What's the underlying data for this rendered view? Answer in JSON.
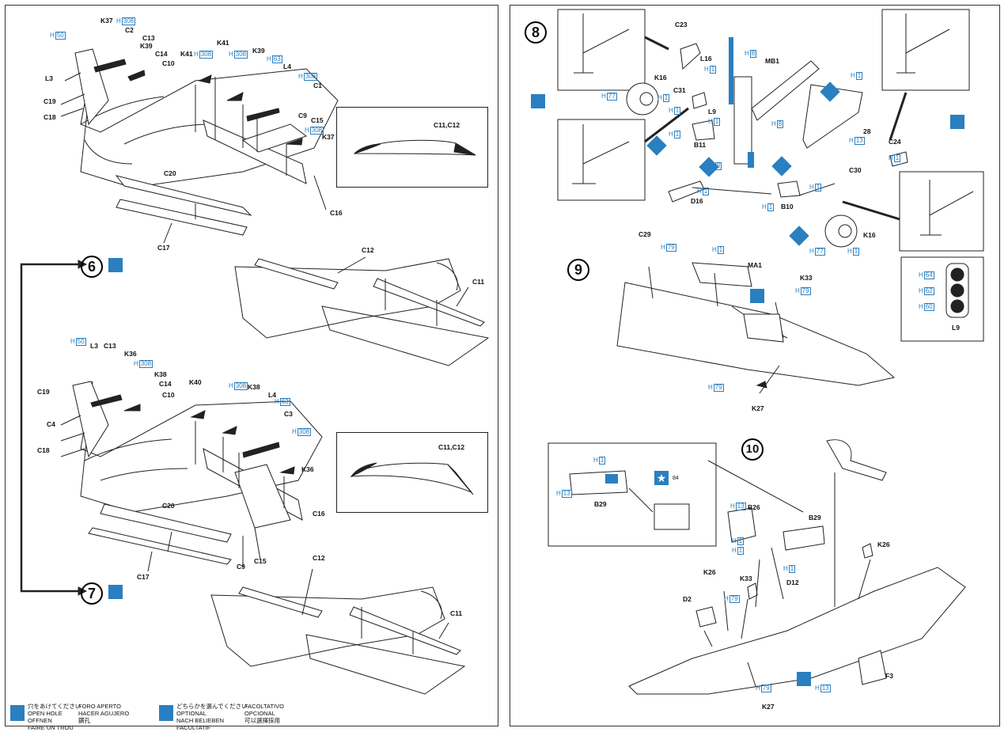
{
  "step6": {
    "number": "6",
    "labels": {
      "K37a": "K37",
      "C2": "C2",
      "C13": "C13",
      "K39a": "K39",
      "C14": "C14",
      "C10": "C10",
      "K41a": "K41",
      "K41b": "K41",
      "K39b": "K39",
      "L4": "L4",
      "C1": "C1",
      "C9": "C9",
      "C15": "C15",
      "K37b": "K37",
      "L3": "L3",
      "C19": "C19",
      "C18": "C18",
      "C20": "C20",
      "C17": "C17",
      "C16": "C16",
      "C12": "C12",
      "C11": "C11"
    },
    "hrefs": {
      "h50": "50",
      "h308a": "308",
      "h308b": "308",
      "h308c": "308",
      "h63": "63",
      "h308d": "308",
      "h308e": "308",
      "H": "H"
    },
    "inset_label": "C11,C12"
  },
  "step7": {
    "number": "7",
    "labels": {
      "L3": "L3",
      "C13": "C13",
      "K36a": "K36",
      "C19": "C19",
      "K38a": "K38",
      "C14": "C14",
      "C4": "C4",
      "C10": "C10",
      "K40": "K40",
      "K38b": "K38",
      "L4": "L4",
      "C3": "C3",
      "K36b": "K36",
      "C18": "C18",
      "C20": "C20",
      "C16": "C16",
      "C17": "C17",
      "C9": "C9",
      "C15": "C15",
      "C12": "C12",
      "C11": "C11"
    },
    "hrefs": {
      "h50": "50",
      "h308a": "308",
      "h308b": "308",
      "h63": "63",
      "h308c": "308"
    },
    "inset_label": "C11,C12"
  },
  "step8": {
    "number": "8",
    "labels": {
      "C23": "C23",
      "L16": "L16",
      "MB1": "MB1",
      "K16a": "K16",
      "C31": "C31",
      "L9": "L9",
      "B11": "B11",
      "D16": "D16",
      "B10": "B10",
      "C30": "C30",
      "K16b": "K16",
      "C24": "C24",
      "n28": "28"
    },
    "hrefs": {
      "h1": "1",
      "h8": "8",
      "h77": "77",
      "h13": "13"
    }
  },
  "step9": {
    "number": "9",
    "labels": {
      "C29": "C29",
      "MA1": "MA1",
      "K33": "K33",
      "K27": "K27",
      "L9": "L9"
    },
    "hrefs": {
      "h79": "79",
      "h1": "1",
      "h64": "64",
      "h62": "62",
      "h60": "60"
    }
  },
  "step10": {
    "number": "10",
    "labels": {
      "B29a": "B29",
      "B26": "B26",
      "B29b": "B29",
      "K26a": "K26",
      "K26b": "K26",
      "K33": "K33",
      "D2": "D2",
      "D12": "D12",
      "F3": "F3",
      "K27": "K27"
    },
    "hrefs": {
      "h1": "1",
      "h13": "13",
      "h79": "79"
    },
    "decal": "84"
  },
  "legend": {
    "open_hole": [
      "穴をあけてください",
      "OPEN HOLE",
      "OFFNEN",
      "FAIRE UN TROU"
    ],
    "open_hole_2": [
      "FORO APERTO",
      "HACER AGUJERO",
      "鑽孔"
    ],
    "optional": [
      "どちらかを選んでください",
      "OPTIONAL",
      "NACH BELIEBEN",
      "FACULTATIF"
    ],
    "optional_2": [
      "FACOLTATIVO",
      "OPCIONAL",
      "可以選擇採用"
    ]
  },
  "colors": {
    "accent": "#2a7fc0",
    "ink": "#111111"
  },
  "icons": [
    "diamond-arrow-icon",
    "checker-optional-icon",
    "drill-hole-icon",
    "star-decal-icon",
    "down-arrow-icon"
  ]
}
